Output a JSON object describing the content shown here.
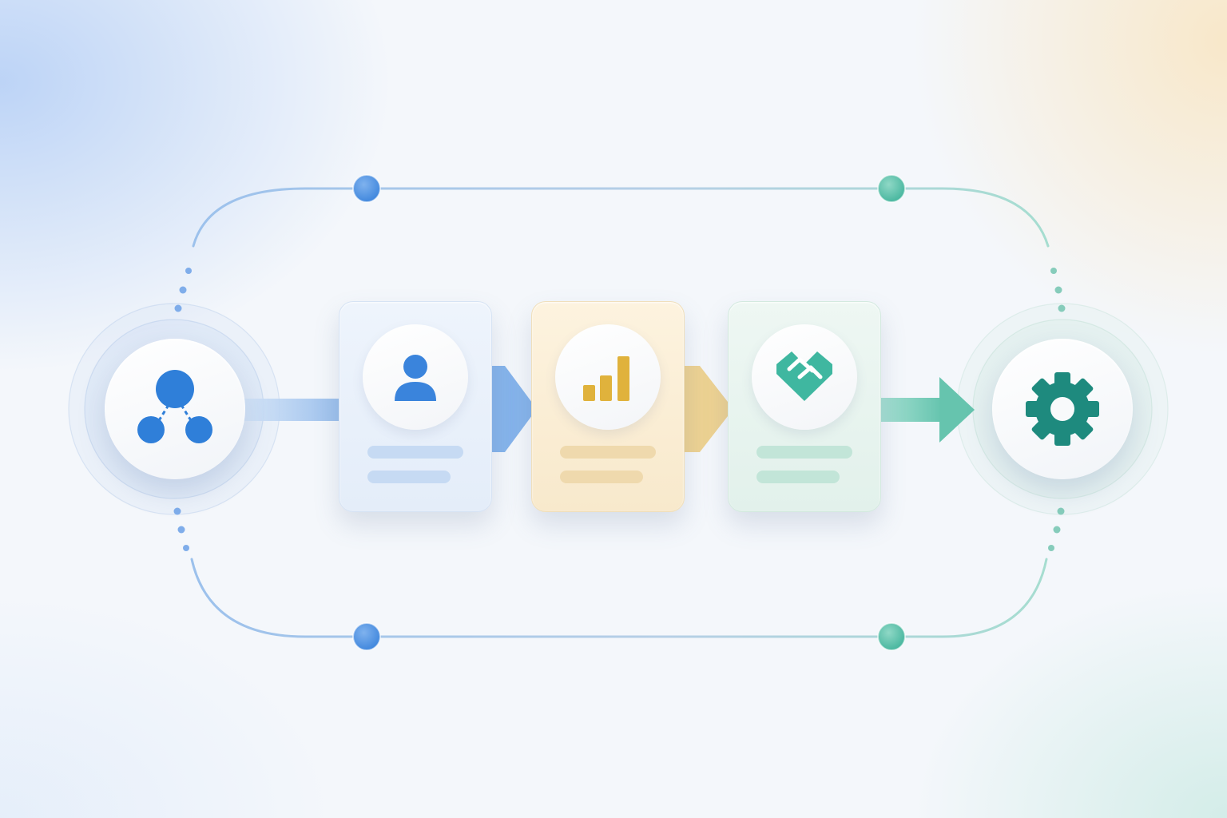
{
  "diagram": {
    "type": "process-flow",
    "accent_colors": {
      "blue": "#3a84dc",
      "yellow": "#e0b23c",
      "teal": "#3fb7a0",
      "dark_teal": "#1e8a7e"
    },
    "start_node": {
      "icon": "network-nodes-icon",
      "color": "#2f7fd9"
    },
    "steps": [
      {
        "icon": "user-icon",
        "color": "#3a84dc",
        "theme": "blue"
      },
      {
        "icon": "bar-chart-icon",
        "color": "#e0b23c",
        "theme": "yellow"
      },
      {
        "icon": "handshake-icon",
        "color": "#3fb7a0",
        "theme": "teal"
      }
    ],
    "end_node": {
      "icon": "gear-icon",
      "color": "#1e8a7e"
    },
    "loop_path": {
      "markers": 4,
      "style": "dotted-ends"
    }
  }
}
